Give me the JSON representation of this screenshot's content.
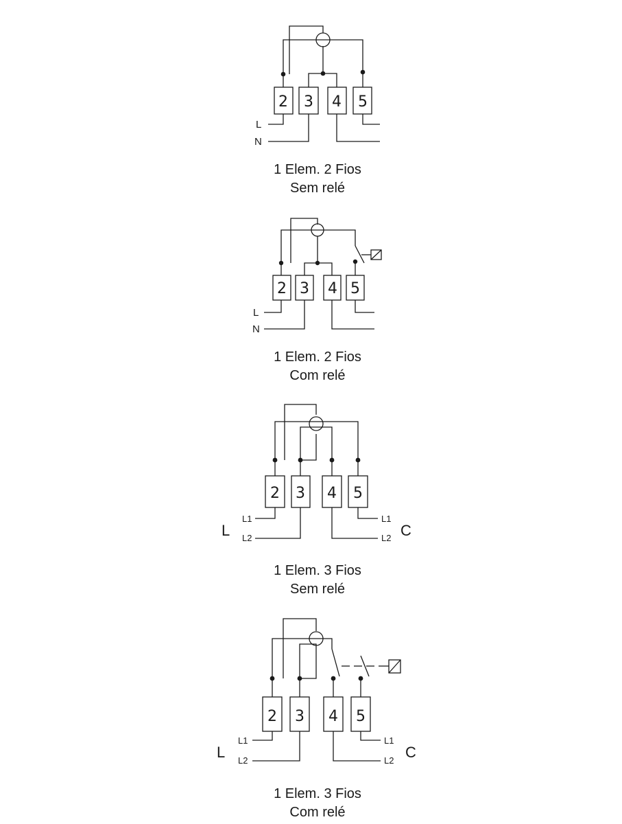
{
  "diagrams": [
    {
      "terminals": [
        "2",
        "3",
        "4",
        "5"
      ],
      "labels": {
        "left_top": "L",
        "left_bottom": "N"
      },
      "caption": {
        "line1": "1 Elem. 2 Fios",
        "line2": "Sem relé"
      }
    },
    {
      "terminals": [
        "2",
        "3",
        "4",
        "5"
      ],
      "labels": {
        "left_top": "L",
        "left_bottom": "N"
      },
      "caption": {
        "line1": "1 Elem. 2 Fios",
        "line2": "Com relé"
      }
    },
    {
      "terminals": [
        "2",
        "3",
        "4",
        "5"
      ],
      "labels": {
        "big_left": "L",
        "left_top": "L1",
        "left_bottom": "L2",
        "right_top": "L1",
        "right_bottom": "L2",
        "big_right": "C"
      },
      "caption": {
        "line1": "1 Elem. 3 Fios",
        "line2": "Sem relé"
      }
    },
    {
      "terminals": [
        "2",
        "3",
        "4",
        "5"
      ],
      "labels": {
        "big_left": "L",
        "left_top": "L1",
        "left_bottom": "L2",
        "right_top": "L1",
        "right_bottom": "L2",
        "big_right": "C"
      },
      "caption": {
        "line1": "1 Elem. 3 Fios",
        "line2": "Com relé"
      }
    }
  ]
}
